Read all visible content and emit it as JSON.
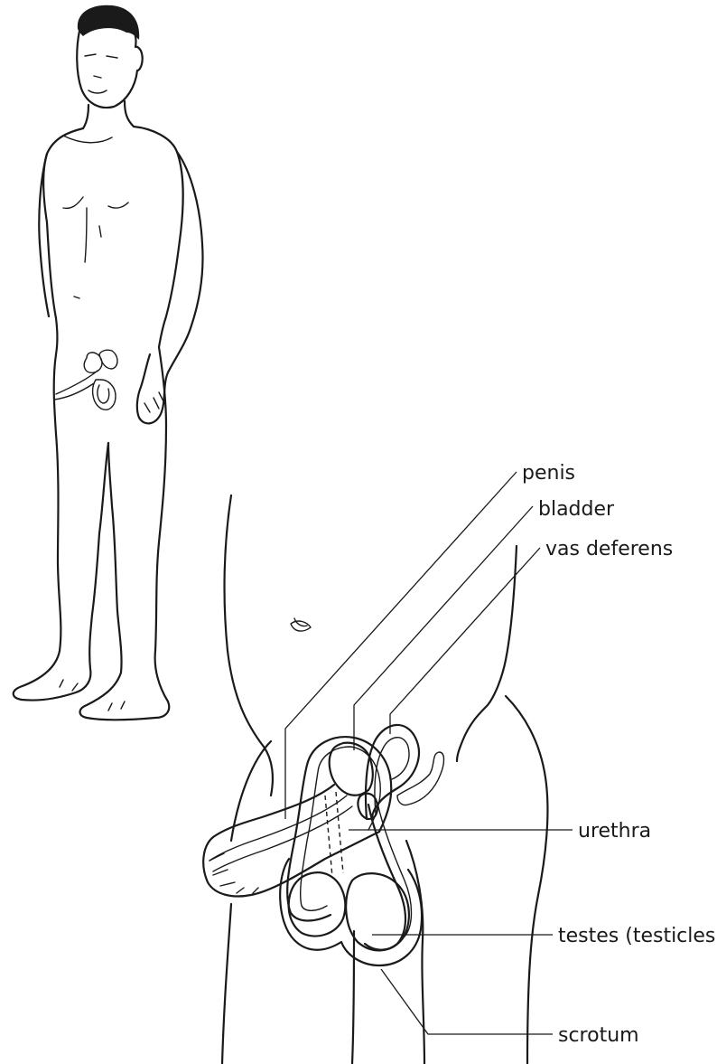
{
  "labels": {
    "penis": "penis",
    "bladder": "bladder",
    "vas_deferens": "vas deferens",
    "urethra": "urethra",
    "testes": "testes (testicles)",
    "scrotum": "scrotum"
  }
}
